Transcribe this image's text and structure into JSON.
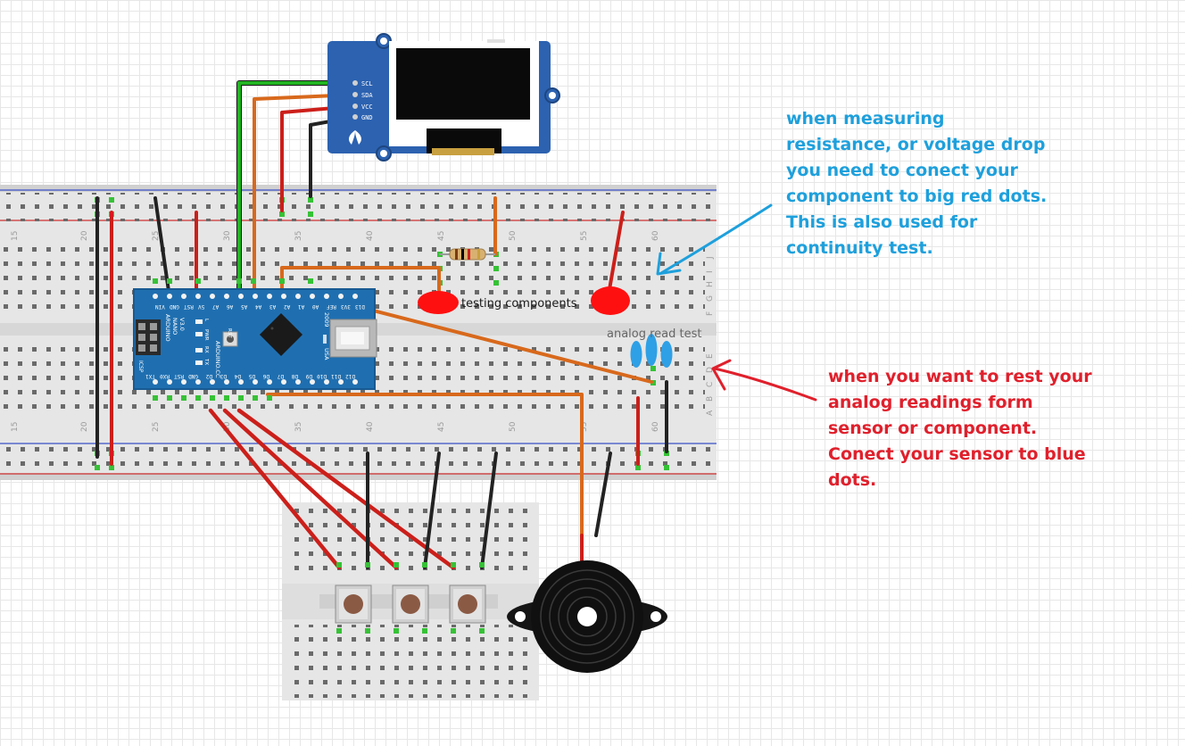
{
  "annotations": {
    "resistance_note": "when measuring resistance, or voltage drop you need to conect your component to big red dots. This is also used for continuity test.",
    "analog_note": "when you want to rest your analog readings form sensor or component. Conect  your sensor to blue dots.",
    "testing_label": "testing components",
    "analog_label": "analog read test"
  },
  "oled_pins": [
    "SCL",
    "SDA",
    "VCC",
    "GND"
  ],
  "column_numbers": [
    "15",
    "20",
    "25",
    "30",
    "35",
    "40",
    "45",
    "50",
    "55",
    "60"
  ],
  "row_letters_top": [
    "J",
    "I",
    "H",
    "G",
    "F"
  ],
  "row_letters_bottom": [
    "E",
    "D",
    "C",
    "B",
    "A"
  ],
  "nano": {
    "top_pin_labels": [
      "D12",
      "D11",
      "D10",
      "D9",
      "D8",
      "D7",
      "D6",
      "D5",
      "D4",
      "D3",
      "D2",
      "GND",
      "RST",
      "RX0",
      "TX1"
    ],
    "bottom_pin_labels": [
      "VIN",
      "GND",
      "RST",
      "5V",
      "A7",
      "A6",
      "A5",
      "A4",
      "A3",
      "A2",
      "A1",
      "A0",
      "REF",
      "3V3",
      "D13"
    ],
    "brand": "ARDUINO",
    "model": "NANO",
    "version": "V3.0",
    "site": "ARDUINO.CC",
    "year": "2009",
    "country": "USA",
    "icsp": "ICSP",
    "rst": "RST",
    "led_labels": [
      "L",
      "PWR",
      "RX",
      "TX"
    ]
  },
  "colors": {
    "wire_red": "#cc1f1a",
    "wire_black": "#222222",
    "wire_orange": "#d8691c",
    "wire_green": "#22b422",
    "note_blue": "#1ea0dc",
    "note_red": "#e0202c",
    "nano_blue": "#1f6fb0",
    "oled_blue": "#2c62b0",
    "test_dot_red": "#ff1010",
    "test_dot_blue": "#2ea0e6"
  }
}
